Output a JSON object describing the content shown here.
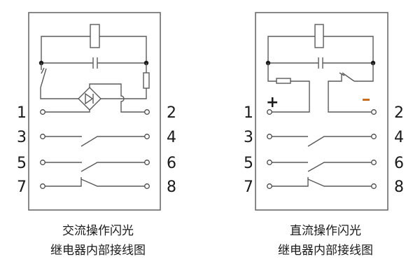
{
  "diagrams": [
    {
      "id": "ac",
      "caption_line1": "交流操作闪光",
      "caption_line2": "继电器内部接线图",
      "left_terminals": [
        "1",
        "3",
        "5",
        "7"
      ],
      "right_terminals": [
        "2",
        "4",
        "6",
        "8"
      ],
      "components": [
        "coil",
        "capacitor",
        "nc-contact",
        "bridge-rectifier",
        "resistor"
      ]
    },
    {
      "id": "dc",
      "caption_line1": "直流操作闪光",
      "caption_line2": "继电器内部接线图",
      "left_terminals": [
        "1",
        "3",
        "5",
        "7"
      ],
      "right_terminals": [
        "2",
        "4",
        "6",
        "8"
      ],
      "polarity_plus": "+",
      "polarity_minus": "-",
      "components": [
        "coil",
        "capacitor",
        "resistor",
        "no-contact"
      ]
    }
  ],
  "colors": {
    "line": "#5a5a5a",
    "text": "#1a1a1a",
    "minus_sign": "#c87020"
  }
}
